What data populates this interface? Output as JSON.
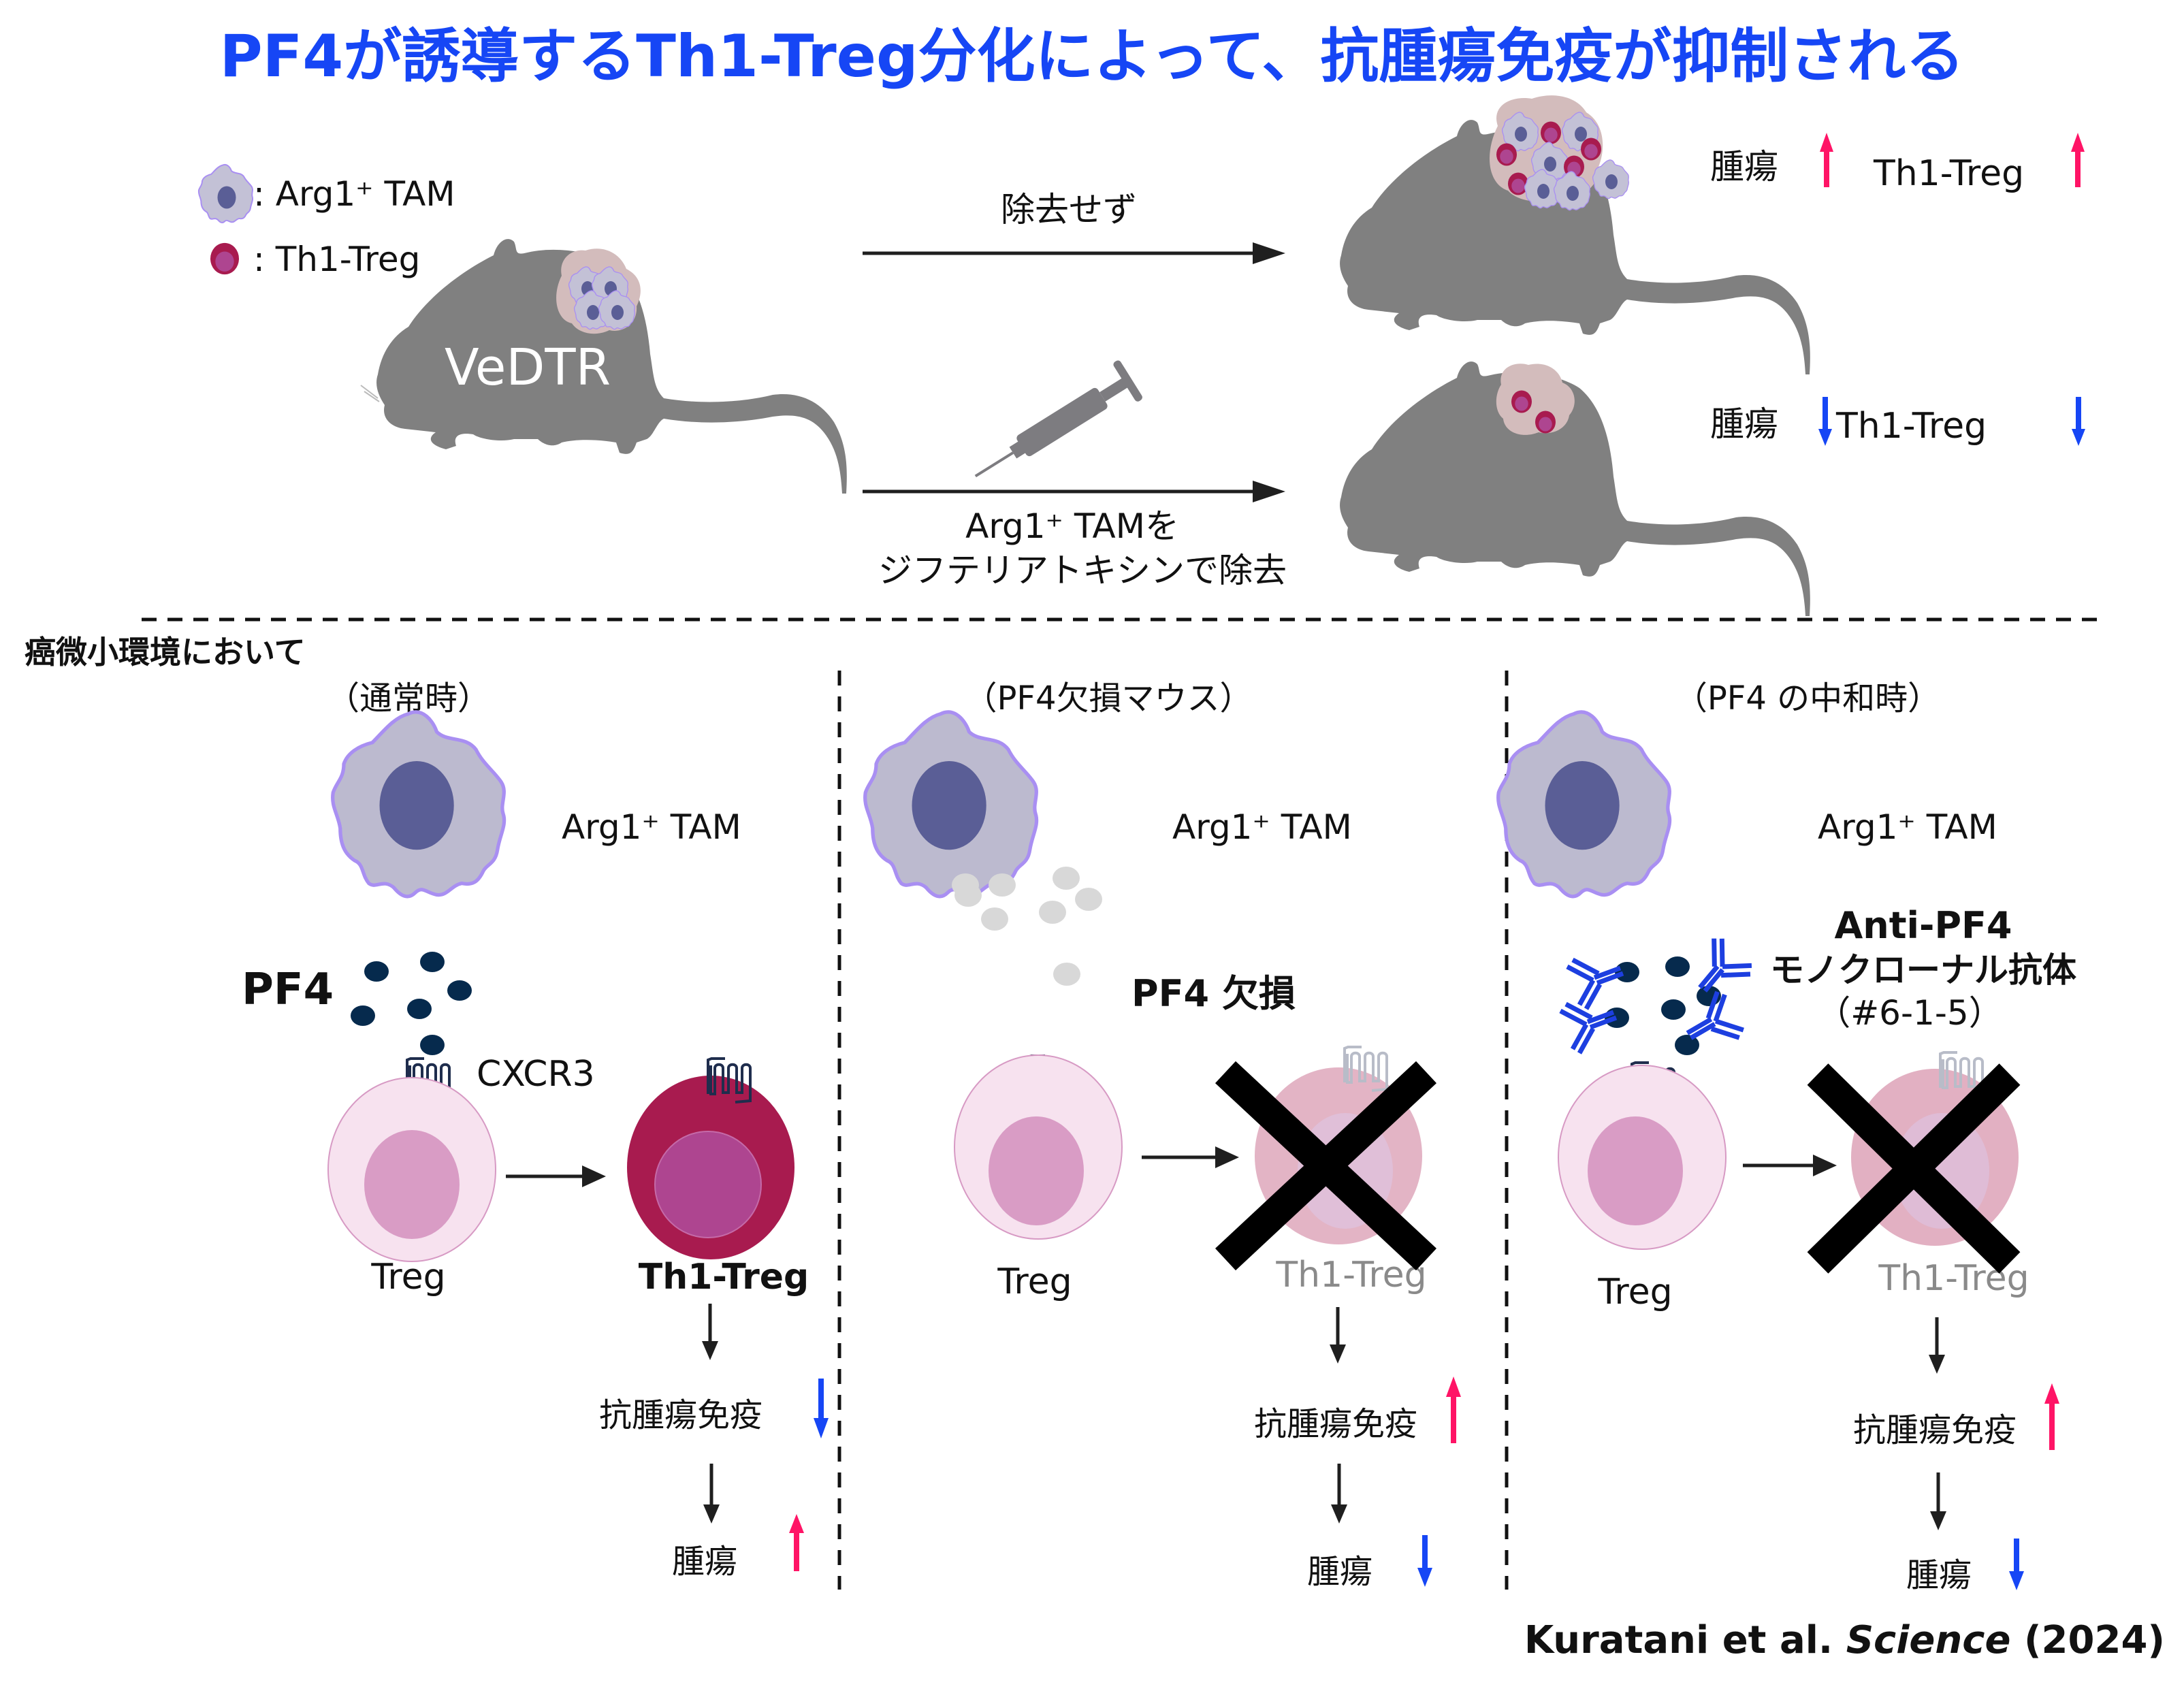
{
  "title": "PF4が誘導するTh1-Treg分化によって、抗腫瘍免疫が抑制される",
  "legend": {
    "items": [
      {
        "icon": "arg1-tam-cell-icon",
        "label": ": Arg1⁺ TAM"
      },
      {
        "icon": "th1-treg-cell-icon",
        "label": ": Th1-Treg"
      }
    ]
  },
  "top": {
    "mouse_label": "VeDTR",
    "upper_path": {
      "arrow_label": "除去せず",
      "outcomes": [
        {
          "label": "腫瘍",
          "direction": "up"
        },
        {
          "label": "Th1-Treg",
          "direction": "up"
        }
      ]
    },
    "lower_path": {
      "arrow_label_line1": "Arg1⁺ TAMを",
      "arrow_label_line2": "ジフテリアトキシンで除去",
      "outcomes": [
        {
          "label": "腫瘍",
          "direction": "down"
        },
        {
          "label": "Th1-Treg",
          "direction": "down"
        }
      ]
    }
  },
  "bottom": {
    "section_label": "癌微小環境において",
    "panels": [
      {
        "heading": "（通常時）",
        "tam_label": "Arg1⁺ TAM",
        "pf4_label": "PF4",
        "receptor_label": "CXCR3",
        "treg_label": "Treg",
        "th1_label": "Th1-Treg",
        "immunity_label": "抗腫瘍免疫",
        "immunity_direction": "down",
        "tumor_label": "腫瘍",
        "tumor_direction": "up"
      },
      {
        "heading": "（PF4欠損マウス）",
        "tam_label": "Arg1⁺ TAM",
        "pf4_label": "PF4 欠損",
        "treg_label": "Treg",
        "th1_label": "Th1-Treg",
        "immunity_label": "抗腫瘍免疫",
        "immunity_direction": "up",
        "tumor_label": "腫瘍",
        "tumor_direction": "down"
      },
      {
        "heading": "（PF4 の中和時）",
        "tam_label": "Arg1⁺ TAM",
        "antibody_line1": "Anti-PF4",
        "antibody_line2": "モノクローナル抗体",
        "antibody_line3": "（#6-1-5）",
        "treg_label": "Treg",
        "th1_label": "Th1-Treg",
        "immunity_label": "抗腫瘍免疫",
        "immunity_direction": "up",
        "tumor_label": "腫瘍",
        "tumor_direction": "down"
      }
    ]
  },
  "citation": {
    "authors": "Kuratani et al. ",
    "journal": "Science",
    "year": " (2024)"
  },
  "colors": {
    "title": "#1646f5",
    "up_arrow": "#ff1466",
    "down_arrow": "#1646f5",
    "tam_body": "#bcbacf",
    "tam_nucleus": "#5a5e96",
    "th1_treg": "#a81b4f",
    "treg": "#f7e2ef",
    "pf4": "#062a4d",
    "antibody": "#1d3fe0",
    "mouse": "#808080"
  }
}
